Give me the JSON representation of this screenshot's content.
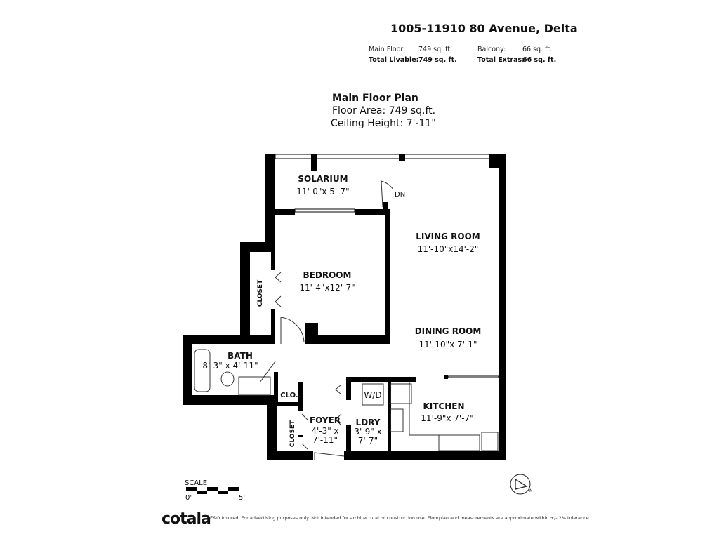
{
  "header": {
    "address": "1005-11910 80 Avenue, Delta",
    "main_floor_label": "Main Floor:",
    "main_floor_value": "749 sq. ft.",
    "total_livable_label": "Total Livable:",
    "total_livable_value": "749 sq. ft.",
    "balcony_label": "Balcony:",
    "balcony_value": "66 sq. ft.",
    "total_extras_label": "Total Extras:",
    "total_extras_value": "66 sq. ft."
  },
  "plan": {
    "title": "Main Floor Plan",
    "floor_area": "Floor Area: 749 sq.ft.",
    "ceiling_height": "Ceiling Height: 7'-11\""
  },
  "rooms": {
    "solarium": {
      "name": "SOLARIUM",
      "dims": "11'-0\"x 5'-7\""
    },
    "living": {
      "name": "LIVING ROOM",
      "dims": "11'-10\"x14'-2\""
    },
    "bedroom": {
      "name": "BEDROOM",
      "dims": "11'-4\"x12'-7\""
    },
    "dining": {
      "name": "DINING ROOM",
      "dims": "11'-10\"x 7'-1\""
    },
    "bath": {
      "name": "BATH",
      "dims": "8'-3\" x 4'-11\""
    },
    "closet1": {
      "name": "CLOSET"
    },
    "clo": {
      "name": "CLO."
    },
    "closet2": {
      "name": "CLOSET"
    },
    "foyer": {
      "name": "FOYER",
      "dims1": "4'-3\" x",
      "dims2": "7'-11\""
    },
    "ldry": {
      "name": "LDRY",
      "dims1": "3'-9\" x",
      "dims2": "7'-7\""
    },
    "kitchen": {
      "name": "KITCHEN",
      "dims": "11'-9\"x 7'-7\""
    },
    "wd": "W/D",
    "dn": "DN"
  },
  "scale": {
    "label": "SCALE",
    "start": "0'",
    "end": "5'"
  },
  "compass": {
    "icon": "north-arrow-icon",
    "label": "N"
  },
  "footer": {
    "logo": "cotala",
    "disclaimer": "E&O Insured. For advertising purposes only. Not intended for architectural or construction use. Floorplan and measurements are approximate within +/- 2% tolerance."
  }
}
